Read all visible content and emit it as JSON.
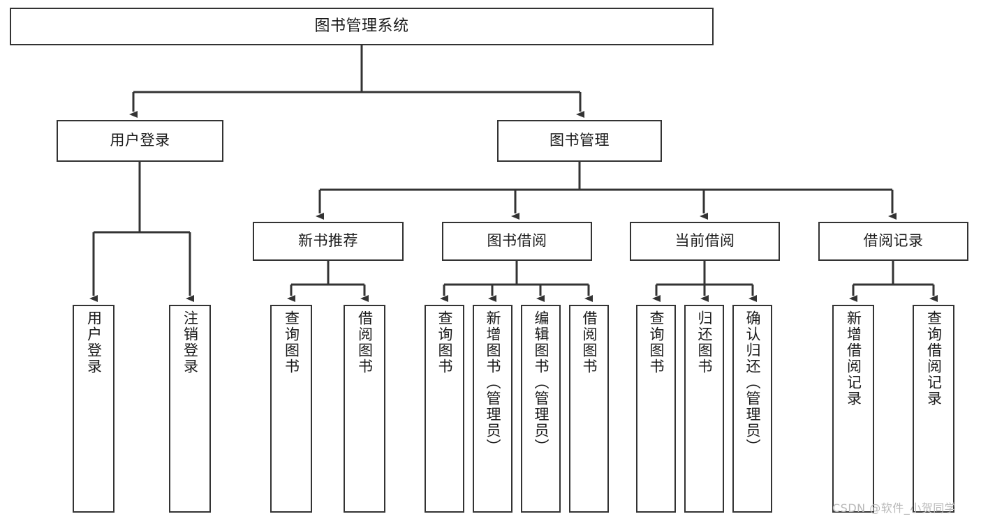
{
  "diagram": {
    "title_box": {
      "label": "图书管理系统"
    },
    "level2": [
      {
        "id": "user-login",
        "label": "用户登录"
      },
      {
        "id": "book-management",
        "label": "图书管理"
      }
    ],
    "level3": [
      {
        "id": "new-book-recommend",
        "label": "新书推荐"
      },
      {
        "id": "book-borrow",
        "label": "图书借阅"
      },
      {
        "id": "current-borrow",
        "label": "当前借阅"
      },
      {
        "id": "borrow-record",
        "label": "借阅记录"
      }
    ],
    "leaves": {
      "user_login": [
        {
          "id": "leaf-user-login",
          "label": "用户登录"
        },
        {
          "id": "leaf-logout-login",
          "label": "注销登录"
        }
      ],
      "new_book_recommend": [
        {
          "id": "leaf-query-book-1",
          "label": "查询图书"
        },
        {
          "id": "leaf-borrow-book-1",
          "label": "借阅图书"
        }
      ],
      "book_borrow": [
        {
          "id": "leaf-query-book-2",
          "label": "查询图书"
        },
        {
          "id": "leaf-add-book",
          "label": "新增图书（管理员）"
        },
        {
          "id": "leaf-edit-book",
          "label": "编辑图书（管理员）"
        },
        {
          "id": "leaf-borrow-book-2",
          "label": "借阅图书"
        }
      ],
      "current_borrow": [
        {
          "id": "leaf-query-book-3",
          "label": "查询图书"
        },
        {
          "id": "leaf-return-book",
          "label": "归还图书"
        },
        {
          "id": "leaf-confirm-return",
          "label": "确认归还（管理员）"
        }
      ],
      "borrow_record": [
        {
          "id": "leaf-add-borrow-record",
          "label": "新增借阅记录"
        },
        {
          "id": "leaf-query-borrow-record",
          "label": "查询借阅记录"
        }
      ]
    },
    "watermark": {
      "text": "CSDN @软件_小贺同学"
    },
    "colors": {
      "stroke": "#333333",
      "fill": "#ffffff",
      "text": "#1a1a1a",
      "watermark": "#b9b9b9"
    }
  }
}
